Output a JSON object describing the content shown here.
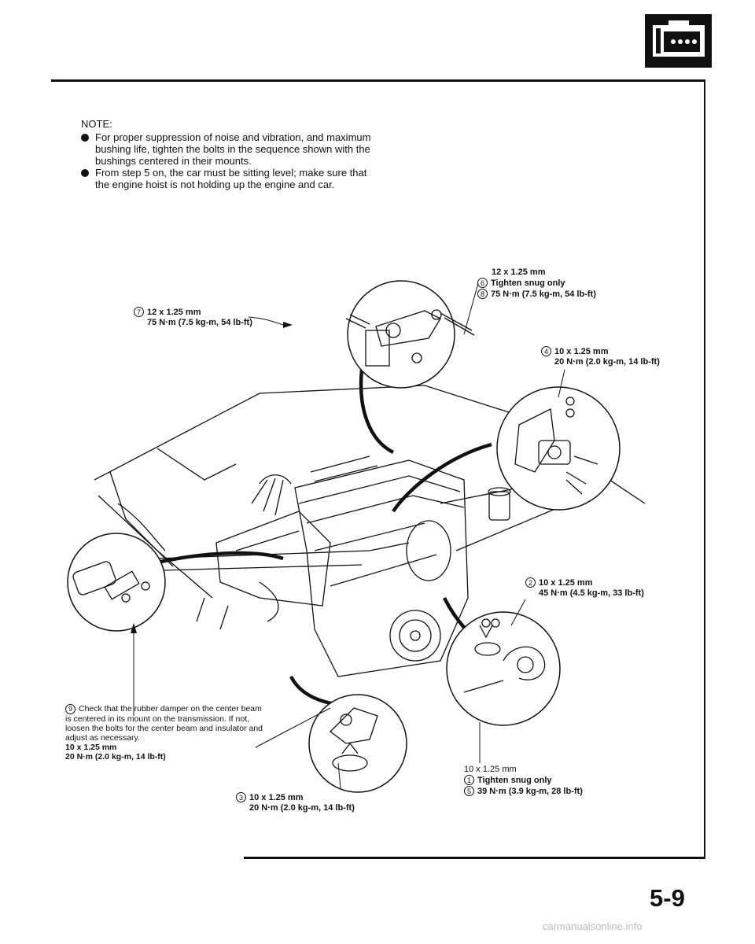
{
  "note": {
    "heading": "NOTE:",
    "items": [
      "For proper suppression of noise and vibration, and maximum bushing life, tighten the bolts in the sequence shown with the bushings centered in their mounts.",
      "From step 5 on, the car must be sitting level; make sure that the engine hoist is not holding up the engine and car."
    ]
  },
  "callouts": {
    "c68": {
      "size": "12 x 1.25 mm",
      "n6": "6",
      "line6": "Tighten snug only",
      "n8": "8",
      "line8": "75 N·m (7.5 kg-m, 54 lb-ft)"
    },
    "c7": {
      "n": "7",
      "size": "12 x 1.25 mm",
      "torque": "75 N·m (7.5 kg-m, 54 lb-ft)"
    },
    "c4": {
      "n": "4",
      "size": "10 x 1.25 mm",
      "torque": "20 N·m (2.0 kg-m, 14 lb-ft)"
    },
    "c2": {
      "n": "2",
      "size": "10 x 1.25 mm",
      "torque": "45 N·m (4.5 kg-m, 33 lb-ft)"
    },
    "c9": {
      "n": "9",
      "text": "Check that the rubber damper on the center beam is centered in its mount on the transmission. If not, loosen the bolts for the center beam and insulator and adjust as necessary.",
      "size": "10 x 1.25 mm",
      "torque": "20 N·m (2.0 kg-m, 14 lb-ft)"
    },
    "c15": {
      "size": "10 x 1.25 mm",
      "n1": "1",
      "line1": "Tighten snug only",
      "n5": "5",
      "line5": "39 N·m (3.9 kg-m, 28 lb-ft)"
    },
    "c3": {
      "n": "3",
      "size": "10 x 1.25 mm",
      "torque": "20 N·m (2.0 kg-m, 14 lb-ft)"
    }
  },
  "page_number": "5-9",
  "footer": "carmanualsonline.info",
  "icons": {
    "section": "engine-block-icon"
  }
}
